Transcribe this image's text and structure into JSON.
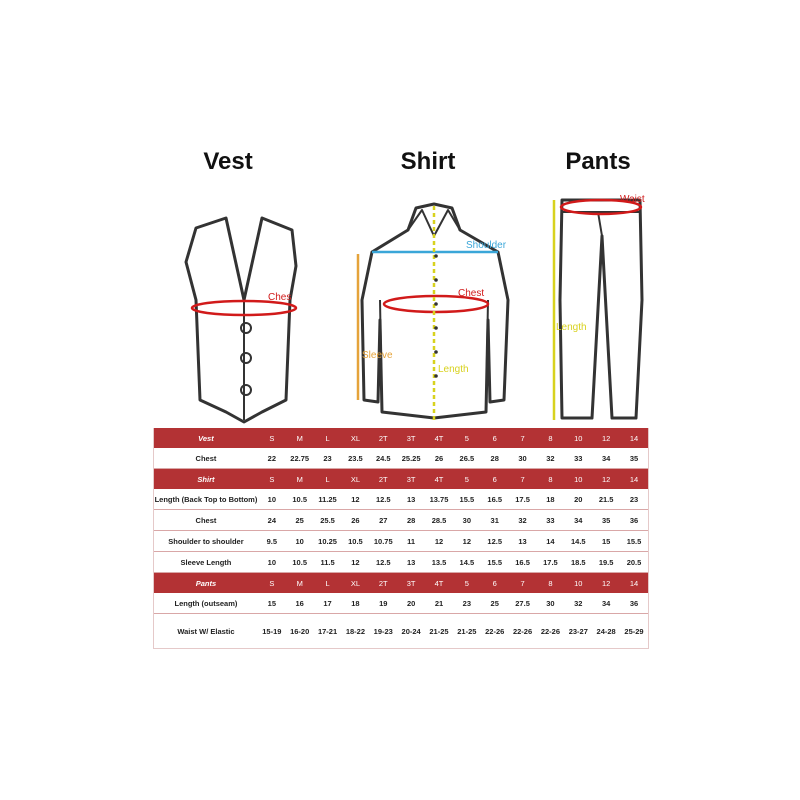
{
  "headings": {
    "vest": "Vest",
    "shirt": "Shirt",
    "pants": "Pants"
  },
  "labels": {
    "vest_chest": "Ches",
    "shirt_shoulder": "Shoulder",
    "shirt_chest": "Chest",
    "shirt_sleeve": "Sleeve",
    "shirt_length": "Length",
    "pants_waist": "Waist",
    "pants_length": "Length"
  },
  "colors": {
    "header_bg": "#b33234",
    "chest_red": "#d11a1a",
    "shoulder_blue": "#3aa6d8",
    "sleeve_orange": "#e5a33a",
    "length_yellow": "#d8d21e"
  },
  "table": {
    "rows": [
      {
        "type": "header",
        "cells": [
          "Vest",
          "S",
          "M",
          "L",
          "XL",
          "2T",
          "3T",
          "4T",
          "5",
          "6",
          "7",
          "8",
          "10",
          "12",
          "14"
        ]
      },
      {
        "type": "data",
        "cells": [
          "Chest",
          "22",
          "22.75",
          "23",
          "23.5",
          "24.5",
          "25.25",
          "26",
          "26.5",
          "28",
          "30",
          "32",
          "33",
          "34",
          "35"
        ]
      },
      {
        "type": "header",
        "cells": [
          "Shirt",
          "S",
          "M",
          "L",
          "XL",
          "2T",
          "3T",
          "4T",
          "5",
          "6",
          "7",
          "8",
          "10",
          "12",
          "14"
        ]
      },
      {
        "type": "data",
        "cells": [
          "Length (Back Top to Bottom)",
          "10",
          "10.5",
          "11.25",
          "12",
          "12.5",
          "13",
          "13.75",
          "15.5",
          "16.5",
          "17.5",
          "18",
          "20",
          "21.5",
          "23"
        ]
      },
      {
        "type": "data",
        "cells": [
          "Chest",
          "24",
          "25",
          "25.5",
          "26",
          "27",
          "28",
          "28.5",
          "30",
          "31",
          "32",
          "33",
          "34",
          "35",
          "36"
        ]
      },
      {
        "type": "data",
        "cells": [
          "Shoulder to shoulder",
          "9.5",
          "10",
          "10.25",
          "10.5",
          "10.75",
          "11",
          "12",
          "12",
          "12.5",
          "13",
          "14",
          "14.5",
          "15",
          "15.5"
        ]
      },
      {
        "type": "data",
        "cells": [
          "Sleeve Length",
          "10",
          "10.5",
          "11.5",
          "12",
          "12.5",
          "13",
          "13.5",
          "14.5",
          "15.5",
          "16.5",
          "17.5",
          "18.5",
          "19.5",
          "20.5"
        ]
      },
      {
        "type": "header",
        "cells": [
          "Pants",
          "S",
          "M",
          "L",
          "XL",
          "2T",
          "3T",
          "4T",
          "5",
          "6",
          "7",
          "8",
          "10",
          "12",
          "14"
        ]
      },
      {
        "type": "data",
        "cells": [
          "Length (outseam)",
          "15",
          "16",
          "17",
          "18",
          "19",
          "20",
          "21",
          "23",
          "25",
          "27.5",
          "30",
          "32",
          "34",
          "36"
        ]
      },
      {
        "type": "last",
        "cells": [
          "Waist W/ Elastic",
          "15-19",
          "16-20",
          "17-21",
          "18-22",
          "19-23",
          "20-24",
          "21-25",
          "21-25",
          "22-26",
          "22-26",
          "22-26",
          "23-27",
          "24-28",
          "25-29"
        ]
      }
    ]
  }
}
